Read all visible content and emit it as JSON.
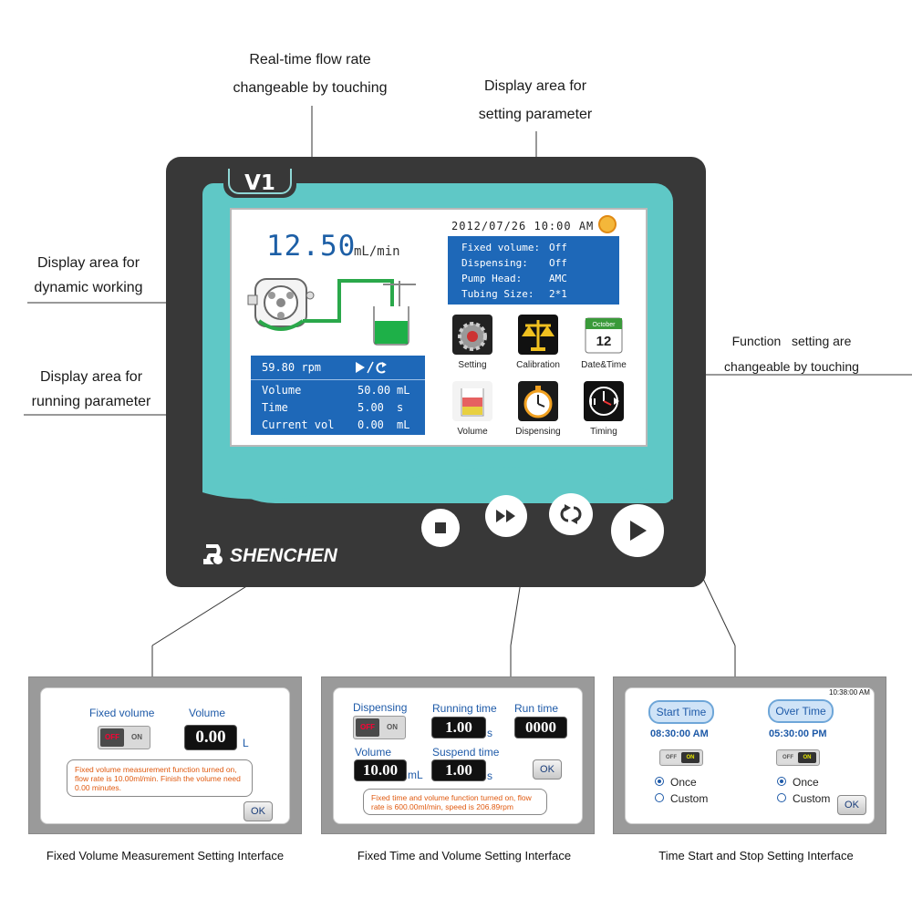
{
  "callouts": {
    "flow_rate": [
      "Real-time flow rate",
      "changeable by touching"
    ],
    "setting_param": [
      "Display area for",
      "setting parameter"
    ],
    "dynamic": [
      "Display area for",
      "dynamic working"
    ],
    "running_param": [
      "Display area for",
      "running parameter"
    ],
    "function": [
      "Function   setting are",
      "changeable by touching"
    ]
  },
  "device": {
    "model": "V1",
    "brand": "SHENCHEN",
    "screen": {
      "flow_rate": "12.50",
      "flow_unit": "mL/min",
      "datetime": "2012/07/26 10:00 AM",
      "params": [
        {
          "label": "Fixed volume:",
          "value": "Off"
        },
        {
          "label": "Dispensing:",
          "value": "Off"
        },
        {
          "label": "Pump Head:",
          "value": "AMC"
        },
        {
          "label": "Tubing Size:",
          "value": "2*1"
        }
      ],
      "running": {
        "speed": "59.80 rpm",
        "status_icon": "play-reverse-icon",
        "rows": [
          {
            "label": "Volume",
            "value": "50.00",
            "unit": "mL"
          },
          {
            "label": "Time",
            "value": "5.00",
            "unit": "s"
          },
          {
            "label": "Current vol",
            "value": "0.00",
            "unit": "mL"
          }
        ]
      },
      "functions": [
        {
          "label": "Setting",
          "icon": "gear-icon"
        },
        {
          "label": "Calibration",
          "icon": "balance-scale-icon"
        },
        {
          "label": "Date&Time",
          "icon": "calendar-icon",
          "month": "October",
          "day": "12"
        },
        {
          "label": "Volume",
          "icon": "beaker-icon"
        },
        {
          "label": "Dispensing",
          "icon": "stopwatch-icon"
        },
        {
          "label": "Timing",
          "icon": "clock-icon"
        }
      ]
    },
    "buttons": [
      {
        "name": "stop",
        "icon": "stop-icon"
      },
      {
        "name": "fast-forward",
        "icon": "fast-forward-icon"
      },
      {
        "name": "reverse",
        "icon": "reverse-direction-icon"
      },
      {
        "name": "play",
        "icon": "play-icon"
      }
    ],
    "colors": {
      "body": "#383838",
      "panel": "#5fc8c6",
      "lcd_blue": "#1e68b8",
      "flow_text": "#1d5fa6"
    }
  },
  "panels": {
    "fixed_volume": {
      "caption": "Fixed Volume Measurement Setting Interface",
      "fixed_label": "Fixed volume",
      "volume_label": "Volume",
      "toggle_off": "OFF",
      "toggle_on": "ON",
      "volume_value": "0.00",
      "volume_unit": "L",
      "note": "Fixed volume measurement function turned on, flow rate is 10.00ml/min. Finish the volume need 0.00 minutes.",
      "ok": "OK"
    },
    "fixed_time": {
      "caption": "Fixed Time and Volume Setting Interface",
      "dispensing_label": "Dispensing",
      "running_label": "Running time",
      "run_label": "Run time",
      "volume_label": "Volume",
      "suspend_label": "Suspend time",
      "toggle_off": "OFF",
      "toggle_on": "ON",
      "running_value": "1.00",
      "running_unit": "s",
      "run_value": "0000",
      "volume_value": "10.00",
      "volume_unit": "mL",
      "suspend_value": "1.00",
      "suspend_unit": "s",
      "note": "Fixed time and volume function turned on, flow rate is 600.00ml/min, speed is 206.89rpm",
      "ok": "OK"
    },
    "timing": {
      "caption": "Time Start and Stop Setting Interface",
      "clock": "10:38:00 AM",
      "start_label": "Start Time",
      "over_label": "Over Time",
      "start_time": "08:30:00 AM",
      "over_time": "05:30:00 PM",
      "toggle_off": "OFF",
      "toggle_on": "ON",
      "once": "Once",
      "custom": "Custom",
      "ok": "OK"
    }
  }
}
